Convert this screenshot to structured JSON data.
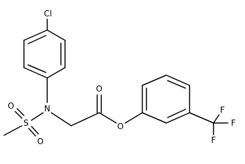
{
  "molecule": {
    "atoms": {
      "chlorine": "Cl",
      "nitrogen": "N",
      "sulfur": "S",
      "sulfonyl_oxygen_top": "O",
      "sulfonyl_oxygen_bottom": "O",
      "carbonyl_oxygen": "O",
      "ester_oxygen": "O",
      "fluorine_top": "F",
      "fluorine_right": "F",
      "fluorine_bottom": "F"
    }
  }
}
